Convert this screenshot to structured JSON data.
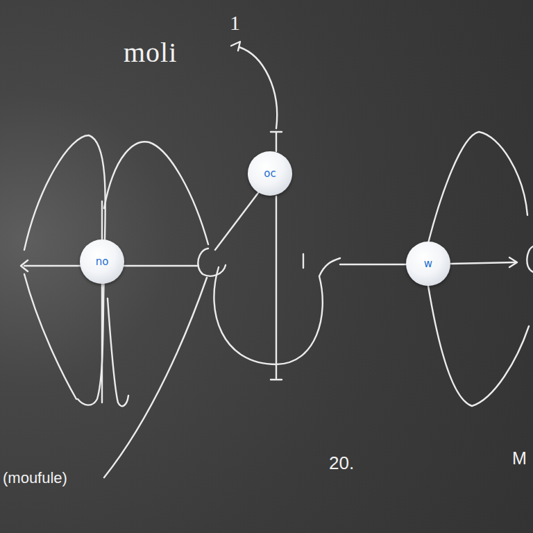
{
  "diagram": {
    "title": "moli",
    "nodes": [
      {
        "text": [
          "no"
        ]
      },
      {
        "text": [
          "oc"
        ]
      },
      {
        "text": [
          "w"
        ]
      }
    ],
    "labels": [
      "1",
      "(moufule)",
      "20.",
      "M"
    ]
  }
}
